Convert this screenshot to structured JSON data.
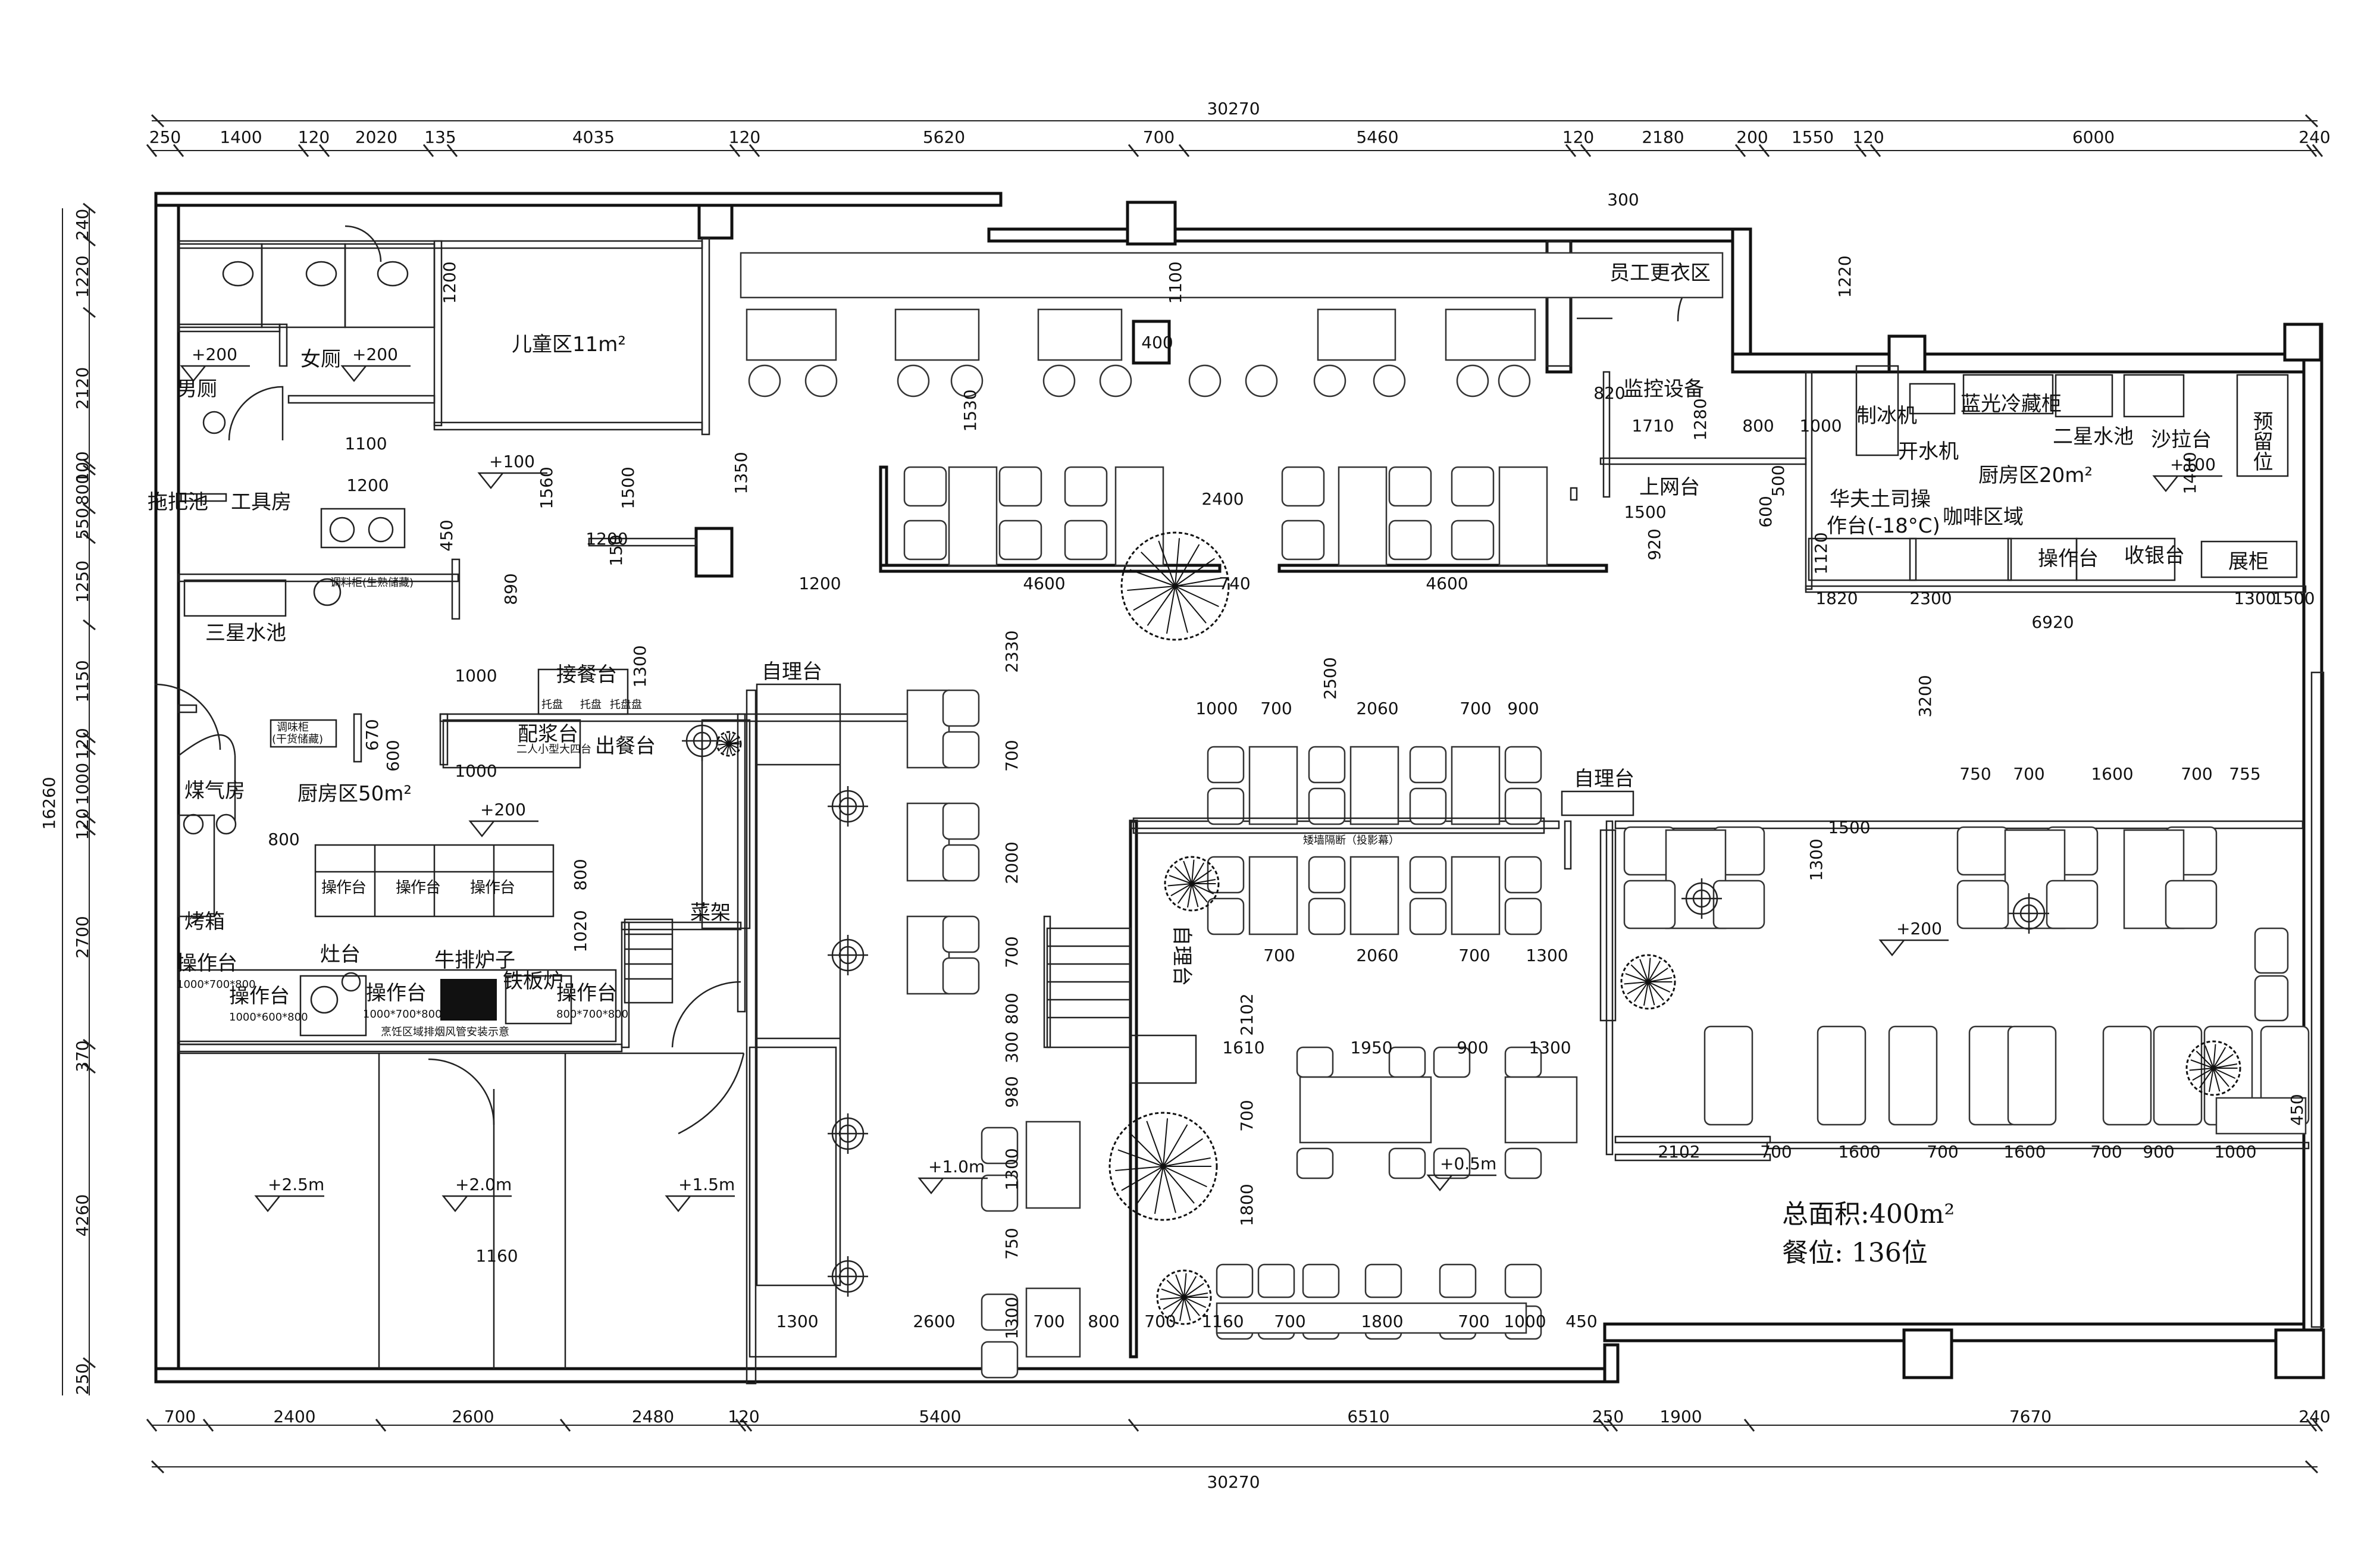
{
  "dimensions": {
    "top_total": "30270",
    "top": [
      "250",
      "1400",
      "120",
      "2020",
      "135",
      "4035",
      "120",
      "5620",
      "700",
      "5460",
      "120",
      "2180",
      "200",
      "1550",
      "120",
      "6000",
      "240"
    ],
    "bottom_total": "30270",
    "bottom": [
      "700",
      "2400",
      "2600",
      "2480",
      "120",
      "5400",
      "6510",
      "250",
      "1900",
      "7670",
      "240"
    ],
    "left_total": "16260",
    "left": [
      "240",
      "1220",
      "2120",
      "100",
      "800",
      "550",
      "1250",
      "1150",
      "120",
      "1000",
      "120",
      "2700",
      "370",
      "4260",
      "250"
    ],
    "interior": [
      "300",
      "1100",
      "400",
      "1200",
      "1220",
      "820",
      "1710",
      "1280",
      "800",
      "1000",
      "1100",
      "1200",
      "1560",
      "1500",
      "1350",
      "150",
      "890",
      "1300",
      "450",
      "1200",
      "1530",
      "2400",
      "4600",
      "4600",
      "740",
      "1200",
      "500",
      "600",
      "920",
      "1500",
      "1120",
      "1820",
      "2300",
      "1500",
      "1300",
      "6920",
      "2330",
      "700",
      "2000",
      "700",
      "800",
      "300",
      "980",
      "1300",
      "750",
      "1300",
      "1300",
      "2600",
      "700",
      "800",
      "700",
      "1160",
      "700",
      "1800",
      "700",
      "1000",
      "450",
      "2500",
      "1000",
      "700",
      "2060",
      "700",
      "900",
      "700",
      "2060",
      "700",
      "1300",
      "2102",
      "1610",
      "1950",
      "900",
      "1300",
      "700",
      "1800",
      "1000",
      "670",
      "600",
      "1000",
      "800",
      "800",
      "1020",
      "3200",
      "750",
      "700",
      "1600",
      "700",
      "755",
      "1500",
      "1300",
      "2102",
      "700",
      "1600",
      "700",
      "1600",
      "700",
      "900",
      "1000",
      "1160",
      "1480",
      "450"
    ]
  },
  "rooms": {
    "mens_toilet": "男厕",
    "womens_toilet": "女厕",
    "kids_zone": "儿童区11m²",
    "mop_sink": "拖把池",
    "tool_room": "工具房",
    "three_star_sink": "三星水池",
    "staff_locker": "员工更衣区",
    "monitoring": "监控设备",
    "ice_maker": "制冰机",
    "chiller": "蓝光冷藏柜",
    "water_boiler": "开水机",
    "two_star_sink": "二星水池",
    "salad_station": "沙拉台",
    "reserved": "预留位",
    "internet_desk": "上网台",
    "kitchen_20": "厨房区20m²",
    "toast_station_1": "华夫土司操",
    "toast_station_2": "作台(-18°C)",
    "coffee_area": "咖啡区域",
    "work_station": "操作台",
    "cashier": "收银台",
    "display_cabinet": "展柜",
    "pickup_counter": "接餐台",
    "prep_counter": "配浆台",
    "serving_counter": "出餐台",
    "gas_room": "煤气房",
    "kitchen_50": "厨房区50m²",
    "oven": "烤箱",
    "stove": "灶台",
    "steak_oven": "牛排炉子",
    "griddle": "铁板炉",
    "vegetable_rack": "菜架",
    "self_service": "自理台"
  },
  "equipment_specs": {
    "op1": "1000*700*800",
    "op2": "1000*600*800",
    "op3": "1000*700*800",
    "op4": "800*700*800",
    "kitchen_note": "烹饪区域排烟风管安装示意",
    "tray1": "托盘",
    "tray2": "托盘",
    "tray3": "托盘盘",
    "counter_sub": "二人小型大四台",
    "cabinet": "调味柜",
    "cabinet_sub": "(干货储藏)",
    "sink_note": "调料柜(生熟储藏)",
    "work_words": [
      "操",
      "作",
      "台",
      "操",
      "作",
      "台",
      "操",
      "作",
      "台"
    ],
    "partition_note": "矮墙隔断（投影幕）"
  },
  "levels": {
    "l1": "+200",
    "l2": "+200",
    "l3": "+100",
    "l4": "+200",
    "l5": "+100",
    "l6": "+200",
    "l7": "+2.5m",
    "l8": "+2.0m",
    "l9": "+1.5m",
    "l10": "+1.0m",
    "l11": "+0.5m"
  },
  "summary": {
    "area": "总面积:400m²",
    "seats": "餐位: 136位"
  }
}
